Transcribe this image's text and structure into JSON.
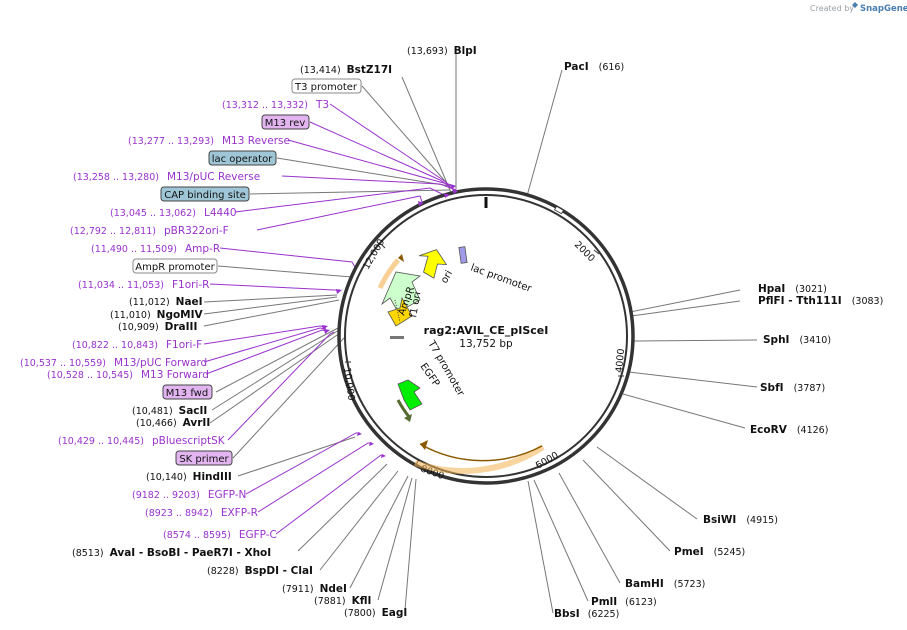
{
  "header": {
    "credit_prefix": "Created by",
    "brand": "SnapGene"
  },
  "plasmid": {
    "name": "rag2:AVIL_CE_pISceI",
    "size": "13,752 bp",
    "total_bp": 13752
  },
  "ticks": [
    "2000",
    "4000",
    "6000",
    "8000",
    "10,000",
    "12,000"
  ],
  "enzymes": [
    {
      "pos": "(13,693)",
      "name": "BlpI"
    },
    {
      "pos": "(13,414)",
      "name": "BstZ17I"
    },
    {
      "pos": "(616)",
      "name": "PacI"
    },
    {
      "pos": "(3021)",
      "name": "HpaI"
    },
    {
      "pos": "(3083)",
      "name": "PflFI",
      "extra": " - Tth111I"
    },
    {
      "pos": "(3410)",
      "name": "SphI"
    },
    {
      "pos": "(3787)",
      "name": "SbfI"
    },
    {
      "pos": "(4126)",
      "name": "EcoRV"
    },
    {
      "pos": "(4915)",
      "name": "BsiWI"
    },
    {
      "pos": "(5245)",
      "name": "PmeI"
    },
    {
      "pos": "(5723)",
      "name": "BamHI"
    },
    {
      "pos": "(6123)",
      "name": "PmlI"
    },
    {
      "pos": "(6225)",
      "name": "BbsI"
    },
    {
      "pos": "(7800)",
      "name": "EagI"
    },
    {
      "pos": "(7881)",
      "name": "KflI"
    },
    {
      "pos": "(7911)",
      "name": "NdeI"
    },
    {
      "pos": "(8228)",
      "name": "BspDI",
      "extra": " - ClaI"
    },
    {
      "pos": "(8513)",
      "name": "AvaI",
      "extra": " - BsoBI  - PaeR7I  - XhoI"
    },
    {
      "pos": "(10,140)",
      "name": "HindIII"
    },
    {
      "pos": "(10,466)",
      "name": "AvrII"
    },
    {
      "pos": "(10,481)",
      "name": "SacII"
    },
    {
      "pos": "(10,909)",
      "name": "DraIII"
    },
    {
      "pos": "(11,010)",
      "name": "NgoMIV"
    },
    {
      "pos": "(11,012)",
      "name": "NaeI"
    }
  ],
  "primers": [
    {
      "pos": "(13,312 .. 13,332)",
      "name": "T3"
    },
    {
      "pos": "(13,277 .. 13,293)",
      "name": "M13 Reverse"
    },
    {
      "pos": "(13,258 .. 13,280)",
      "name": "M13/pUC Reverse"
    },
    {
      "pos": "(13,045 .. 13,062)",
      "name": "L4440"
    },
    {
      "pos": "(12,792 .. 12,811)",
      "name": "pBR322ori-F"
    },
    {
      "pos": "(11,490 .. 11,509)",
      "name": "Amp-R"
    },
    {
      "pos": "(11,034 .. 11,053)",
      "name": "F1ori-R"
    },
    {
      "pos": "(10,822 .. 10,843)",
      "name": "F1ori-F"
    },
    {
      "pos": "(10,537 .. 10,559)",
      "name": "M13/pUC Forward"
    },
    {
      "pos": "(10,528 .. 10,545)",
      "name": "M13 Forward"
    },
    {
      "pos": "(10,429 .. 10,445)",
      "name": "pBluescriptSK"
    },
    {
      "pos": "(9182 .. 9203)",
      "name": "EGFP-N"
    },
    {
      "pos": "(8923 .. 8942)",
      "name": "EXFP-R"
    },
    {
      "pos": "(8574 .. 8595)",
      "name": "EGFP-C"
    }
  ],
  "features": [
    {
      "name": "T3 promoter",
      "kind": "promoter"
    },
    {
      "name": "M13 rev",
      "kind": "primer_bind"
    },
    {
      "name": "lac operator",
      "kind": "operator"
    },
    {
      "name": "CAP binding site",
      "kind": "operator"
    },
    {
      "name": "AmpR promoter",
      "kind": "promoter"
    },
    {
      "name": "M13 fwd",
      "kind": "primer_bind"
    },
    {
      "name": "SK primer",
      "kind": "primer_bind"
    }
  ],
  "inner_labels": [
    "ori",
    "lac promoter",
    "AmpR",
    "f1 ori",
    "T7 promoter",
    "EGFP"
  ],
  "colors": {
    "primer": "#9932cc",
    "primer_bind_fill": "#e2b5f0",
    "operator_fill": "#9fc6d6",
    "ori": "#ffff00",
    "ampr": "#ccffcc",
    "f1": "#ffd700",
    "egfp": "#00ee00",
    "cds_orange": "#f3b14e",
    "backbone": "#333333",
    "leader": "#666666"
  }
}
